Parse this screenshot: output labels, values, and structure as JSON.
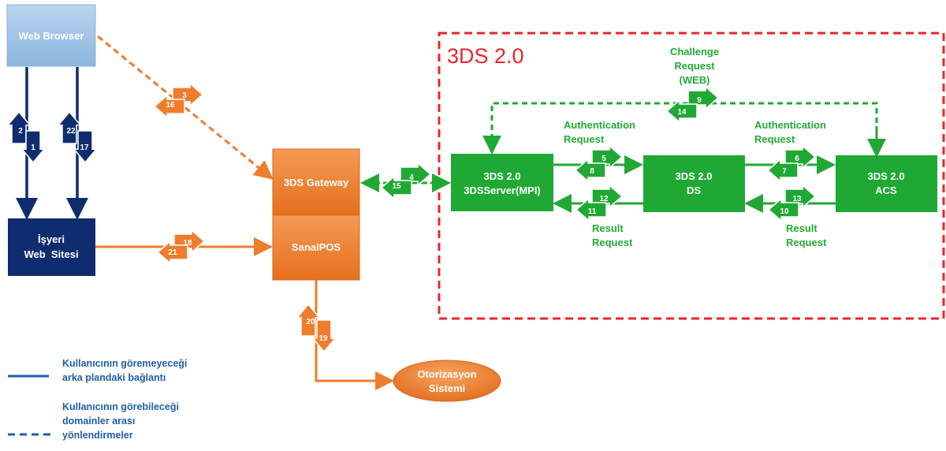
{
  "boxes": {
    "web_browser": "Web Browser",
    "isyeri": [
      "İşyeri",
      "Web  Sitesi"
    ],
    "gateway": "3DS Gateway",
    "sanalpos": "SanalPOS",
    "otorizasyon": [
      "Otorizasyon",
      "Sistemi"
    ],
    "server": [
      "3DS 2.0",
      "3DSServer(MPI)"
    ],
    "ds": [
      "3DS 2.0",
      "DS"
    ],
    "acs": [
      "3DS 2.0",
      "ACS"
    ]
  },
  "region_title": "3DS 2.0",
  "labels": {
    "challenge": [
      "Challenge",
      "Request",
      "(WEB)"
    ],
    "auth1": [
      "Authentication",
      "Request"
    ],
    "auth2": [
      "Authentication",
      "Request"
    ],
    "result1": [
      "Result",
      "Request"
    ],
    "result2": [
      "Result",
      "Request"
    ]
  },
  "steps": {
    "s1": "1",
    "s2": "2",
    "s3": "3",
    "s4": "4",
    "s5": "5",
    "s6": "6",
    "s7": "7",
    "s8": "8",
    "s9": "9",
    "s10": "10",
    "s11": "11",
    "s12": "12",
    "s13": "13",
    "s14": "14",
    "s15": "15",
    "s16": "16",
    "s17": "17",
    "s18": "18",
    "s19": "19",
    "s20": "20",
    "s21": "21",
    "s22": "22"
  },
  "legend": {
    "solid": [
      "Kullanıcının göremeyeceği",
      "arka plandaki bağlantı"
    ],
    "dashed": [
      "Kullanıcının görebileceği",
      "domainler arası",
      "yönlendirmeler"
    ]
  },
  "colors": {
    "navy": "#0f2d6e",
    "orange": "#ee7d2c",
    "green": "#20a834",
    "red": "#e8262a",
    "light_blue": "#9ec3e6",
    "legend_blue": "#1f5fa8"
  }
}
